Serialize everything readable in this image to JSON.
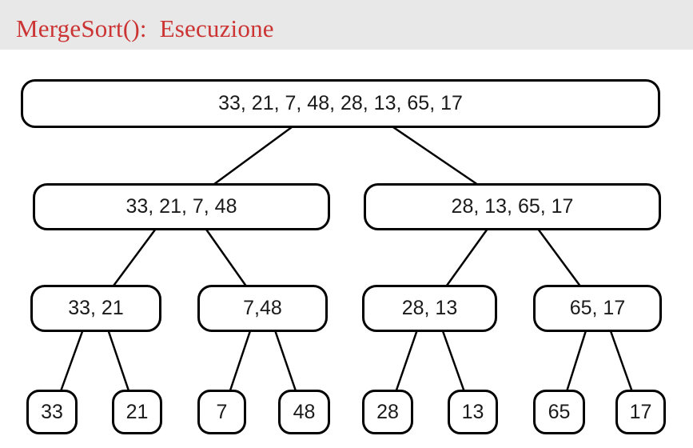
{
  "header": {
    "title": "MergeSort():  Esecuzione"
  },
  "colors": {
    "title_red": "#cc3333",
    "header_bg": "#e8e8e8",
    "node_border": "#000000",
    "edge_line": "#000000",
    "background": "#ffffff"
  },
  "tree": {
    "levels": [
      {
        "nodes": [
          "33, 21, 7, 48, 28, 13, 65, 17"
        ]
      },
      {
        "nodes": [
          "33, 21, 7, 48",
          "28, 13, 65, 17"
        ]
      },
      {
        "nodes": [
          "33, 21",
          "7,48",
          "28, 13",
          "65, 17"
        ]
      },
      {
        "nodes": [
          "33",
          "21",
          "7",
          "48",
          "28",
          "13",
          "65",
          "17"
        ]
      }
    ],
    "edges": [
      {
        "from": "n0",
        "to": "n1-0"
      },
      {
        "from": "n0",
        "to": "n1-1"
      },
      {
        "from": "n1-0",
        "to": "n2-0"
      },
      {
        "from": "n1-0",
        "to": "n2-1"
      },
      {
        "from": "n1-1",
        "to": "n2-2"
      },
      {
        "from": "n1-1",
        "to": "n2-3"
      },
      {
        "from": "n2-0",
        "to": "n3-0"
      },
      {
        "from": "n2-0",
        "to": "n3-1"
      },
      {
        "from": "n2-1",
        "to": "n3-2"
      },
      {
        "from": "n2-1",
        "to": "n3-3"
      },
      {
        "from": "n2-2",
        "to": "n3-4"
      },
      {
        "from": "n2-2",
        "to": "n3-5"
      },
      {
        "from": "n2-3",
        "to": "n3-6"
      },
      {
        "from": "n2-3",
        "to": "n3-7"
      }
    ]
  }
}
